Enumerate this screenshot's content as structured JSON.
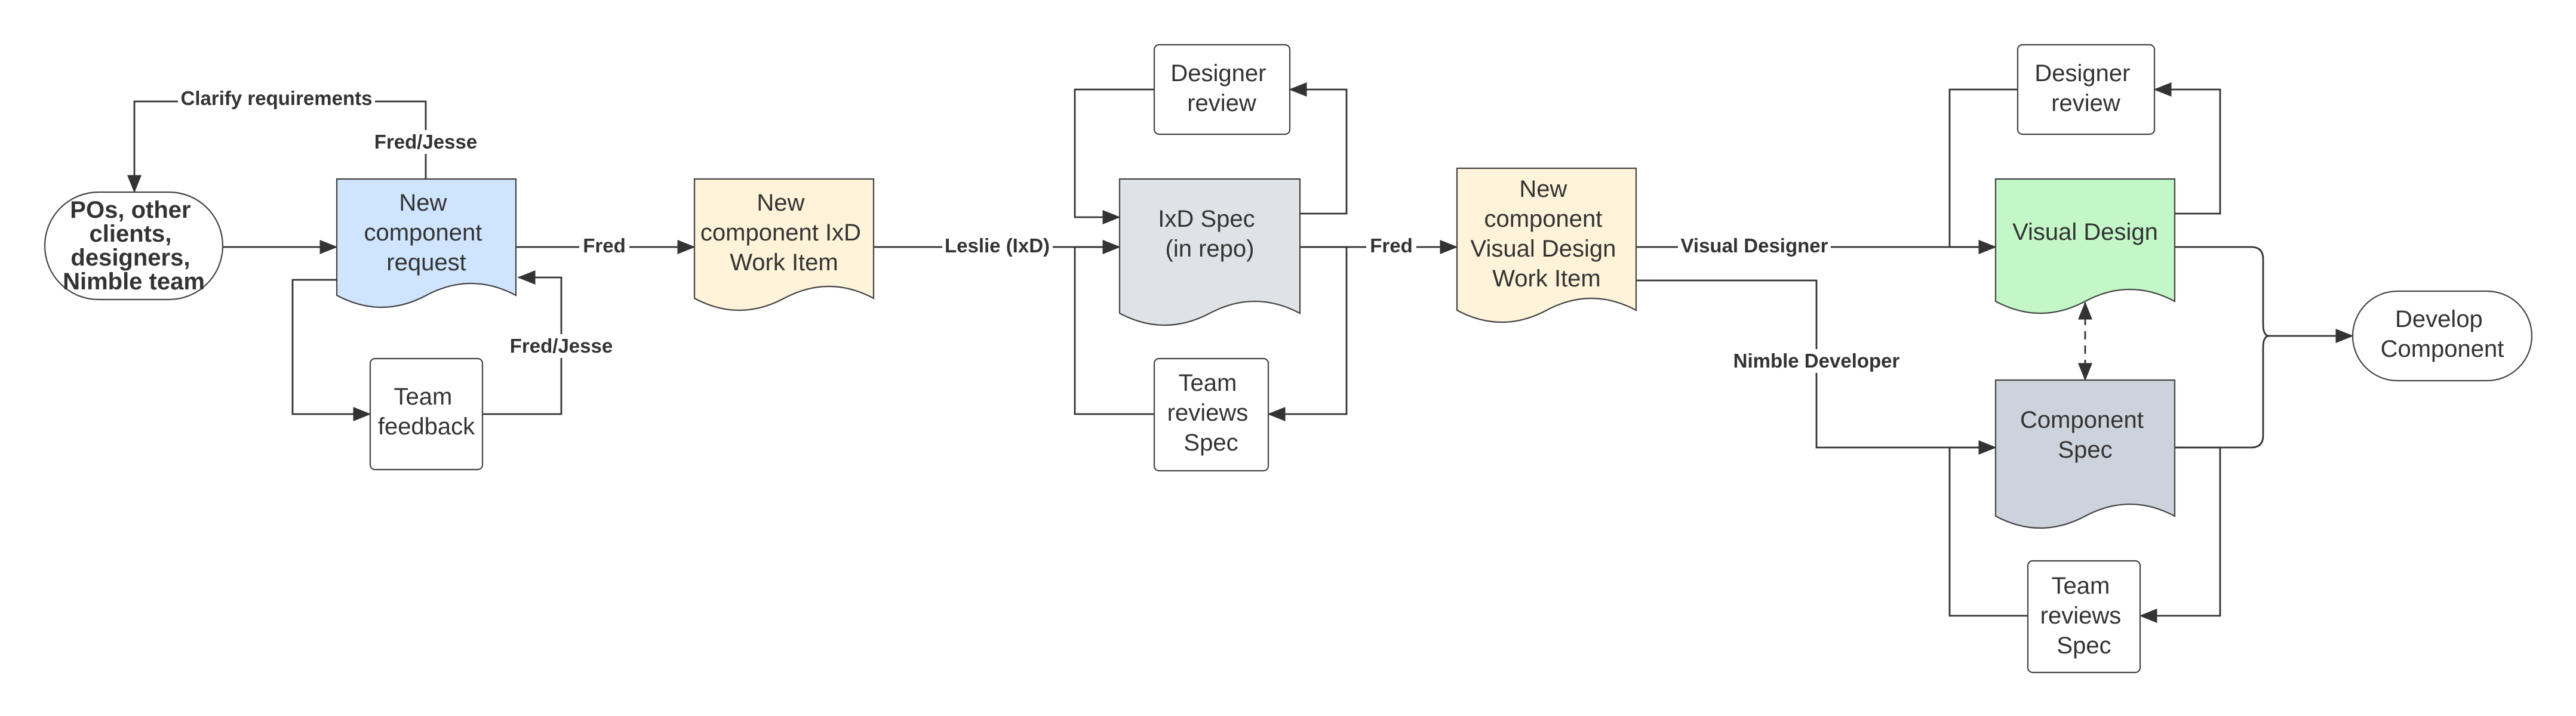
{
  "colors": {
    "blue": "#cfe4ff",
    "cream": "#fff3d9",
    "gray": "#dfe3e8",
    "green": "#c3f7c8",
    "slate": "#cdd3dc",
    "white": "#ffffff",
    "line": "#333333"
  },
  "nodes": {
    "stakeholders": {
      "lines": [
        "POs, other",
        "clients,",
        "designers,",
        "Nimble team"
      ]
    },
    "new_component_request": {
      "lines": [
        "New",
        "component",
        "request"
      ]
    },
    "team_feedback": {
      "lines": [
        "Team",
        "feedback"
      ]
    },
    "ixd_work_item": {
      "lines": [
        "New",
        "component IxD",
        "Work Item"
      ]
    },
    "designer_review_ixd": {
      "lines": [
        "Designer",
        "review"
      ]
    },
    "ixd_spec": {
      "lines": [
        "IxD Spec",
        "(in repo)"
      ]
    },
    "team_reviews_spec_ixd": {
      "lines": [
        "Team",
        "reviews",
        "Spec"
      ]
    },
    "vd_work_item": {
      "lines": [
        "New",
        "component",
        "Visual Design",
        "Work Item"
      ]
    },
    "designer_review_vd": {
      "lines": [
        "Designer",
        "review"
      ]
    },
    "visual_design": {
      "lines": [
        "Visual Design"
      ]
    },
    "component_spec": {
      "lines": [
        "Component",
        "Spec"
      ]
    },
    "team_reviews_spec_comp": {
      "lines": [
        "Team",
        "reviews",
        "Spec"
      ]
    },
    "develop_component": {
      "lines": [
        "Develop",
        "Component"
      ]
    }
  },
  "edge_labels": {
    "clarify": "Clarify requirements",
    "fred_jesse_top": "Fred/Jesse",
    "fred_jesse_side": "Fred/Jesse",
    "fred_1": "Fred",
    "leslie": "Leslie (IxD)",
    "fred_2": "Fred",
    "visual_designer": "Visual Designer",
    "nimble_developer": "Nimble Developer"
  }
}
